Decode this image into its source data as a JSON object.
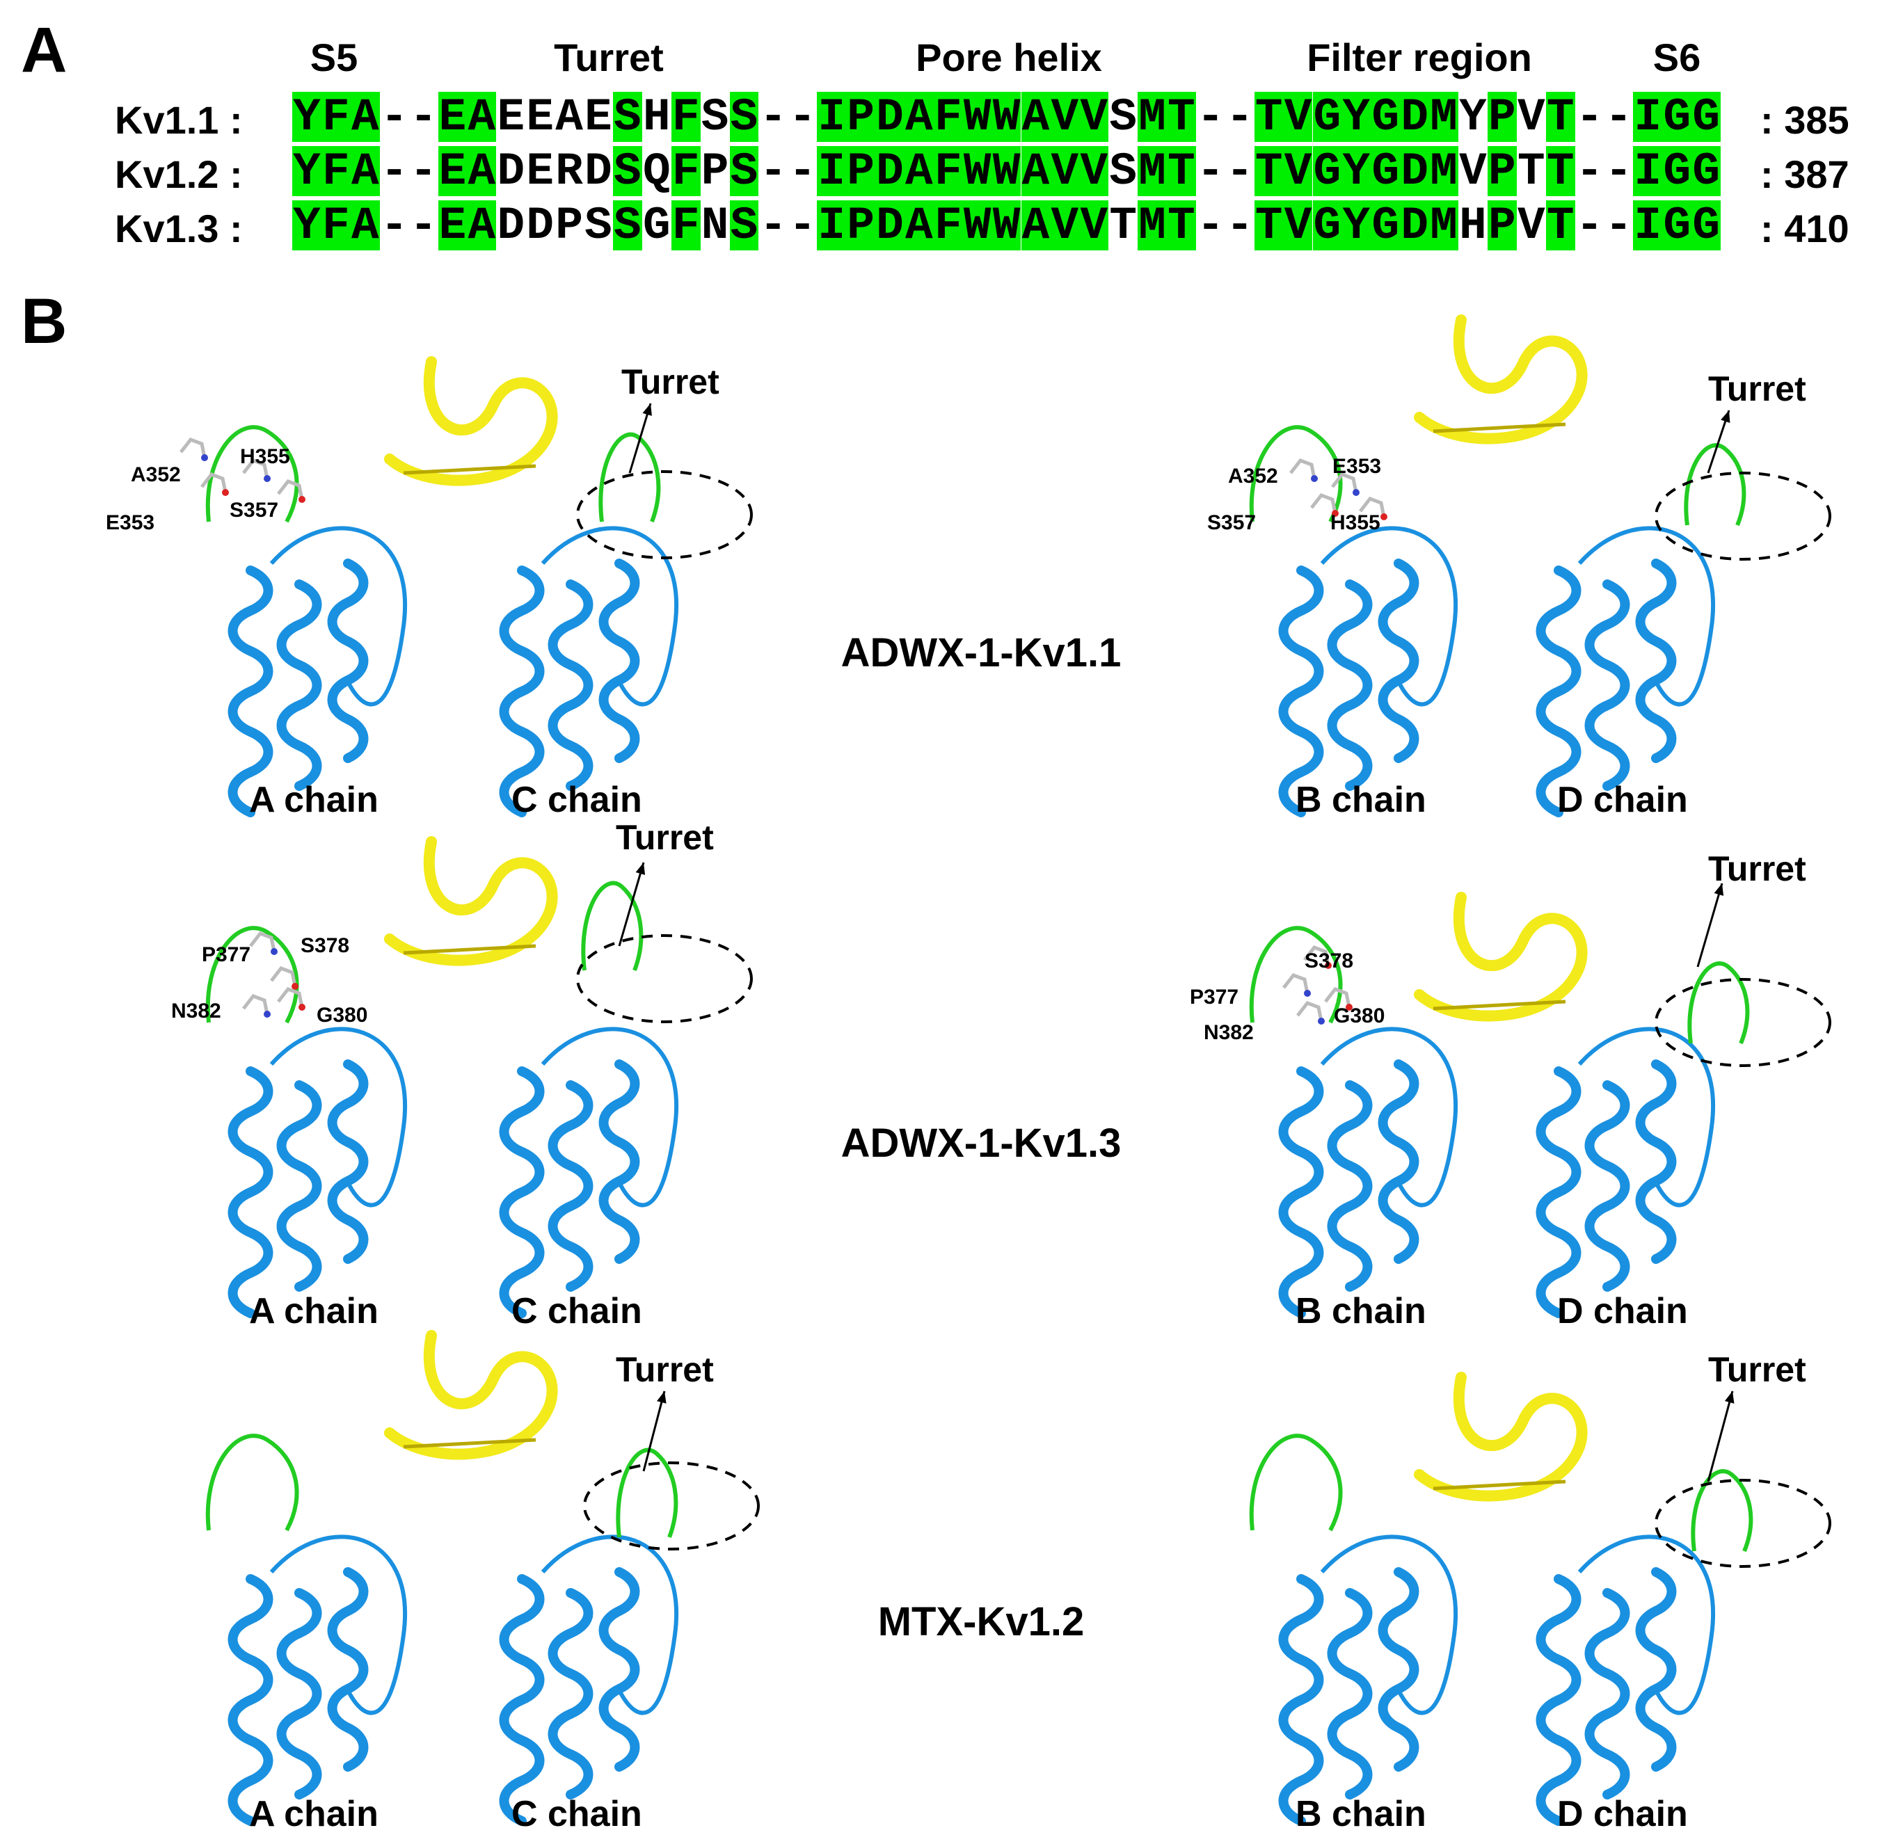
{
  "panels": {
    "a": "A",
    "b": "B"
  },
  "alignment": {
    "regions": [
      "S5",
      "Turret",
      "Pore helix",
      "Filter region",
      "S6"
    ],
    "rows": [
      {
        "name": "Kv1.1 :",
        "sequence": "YFA--EAEEAESHFSS--IPDAFWWAVVSMT--TVGYGDMYPVT--IGG",
        "end": ": 385"
      },
      {
        "name": "Kv1.2 :",
        "sequence": "YFA--EADERDSQFPS--IPDAFWWAVVSMT--TVGYGDMVPTT--IGG",
        "end": ": 387"
      },
      {
        "name": "Kv1.3 :",
        "sequence": "YFA--EADDPSSGFNS--IPDAFWWAVVTMT--TVGYGDMHPVT--IGG",
        "end": ": 410"
      }
    ],
    "highlight_color": "#00ee00"
  },
  "complexes": [
    {
      "title": "ADWX-1-Kv1.1",
      "left_chains": [
        "A chain",
        "C chain"
      ],
      "right_chains": [
        "B chain",
        "D chain"
      ],
      "left_residues": [
        "A352",
        "H355",
        "E353",
        "S357"
      ],
      "right_residues": [
        "A352",
        "E353",
        "S357",
        "H355"
      ],
      "turret_left": "Turret",
      "turret_right": "Turret"
    },
    {
      "title": "ADWX-1-Kv1.3",
      "left_chains": [
        "A chain",
        "C chain"
      ],
      "right_chains": [
        "B chain",
        "D chain"
      ],
      "left_residues": [
        "P377",
        "S378",
        "N382",
        "G380"
      ],
      "right_residues": [
        "S378",
        "P377",
        "G380",
        "N382"
      ],
      "turret_left": "Turret",
      "turret_right": "Turret"
    },
    {
      "title": "MTX-Kv1.2",
      "left_chains": [
        "A chain",
        "C chain"
      ],
      "right_chains": [
        "B chain",
        "D chain"
      ],
      "left_residues": [],
      "right_residues": [],
      "turret_left": "Turret",
      "turret_right": "Turret"
    }
  ],
  "colors": {
    "channel": "#1a90e0",
    "channel_dark": "#0b5ea8",
    "turret": "#22cc22",
    "toxin": "#f2ea1a",
    "toxin_dark": "#b8a800"
  }
}
